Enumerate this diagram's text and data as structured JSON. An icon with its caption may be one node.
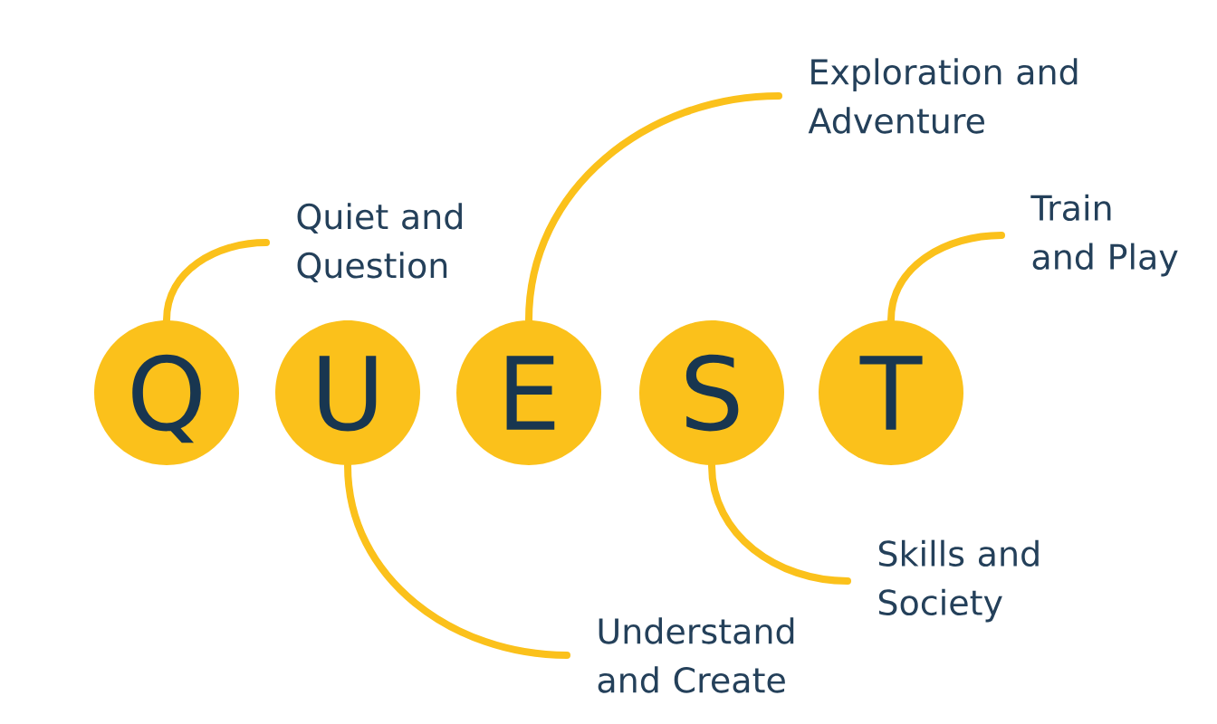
{
  "diagram": {
    "nodes": [
      {
        "text": [
          "Q"
        ]
      },
      {
        "text": [
          "U"
        ]
      },
      {
        "text": [
          "E"
        ]
      },
      {
        "text": [
          "S"
        ]
      },
      {
        "text": [
          "T"
        ]
      },
      {
        "text": [
          "Quiet and Question"
        ]
      },
      {
        "text": [
          "Understand and Create"
        ]
      },
      {
        "text": [
          "Exploration and Adventure"
        ]
      },
      {
        "text": [
          "Skills and Society"
        ]
      },
      {
        "text": [
          "Train and Play"
        ]
      }
    ],
    "edges": [
      {
        "from": 5,
        "to": 0,
        "arrow": "none"
      },
      {
        "from": 6,
        "to": 1,
        "arrow": "none"
      },
      {
        "from": 7,
        "to": 2,
        "arrow": "none"
      },
      {
        "from": 8,
        "to": 3,
        "arrow": "none"
      },
      {
        "from": 9,
        "to": 4,
        "arrow": "none"
      }
    ]
  }
}
